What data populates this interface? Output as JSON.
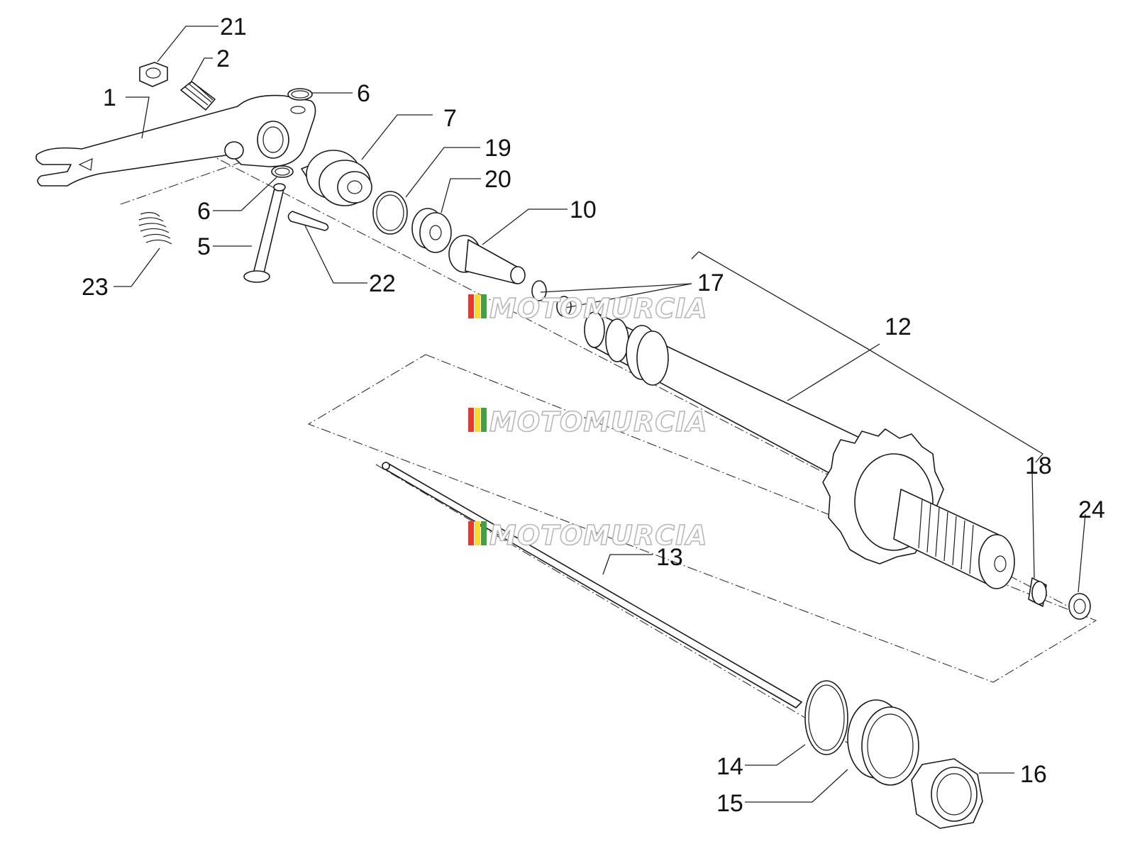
{
  "callouts": {
    "c1": "1",
    "c2": "2",
    "c5": "5",
    "c6a": "6",
    "c6b": "6",
    "c7": "7",
    "c10": "10",
    "c12": "12",
    "c13": "13",
    "c14": "14",
    "c15": "15",
    "c16": "16",
    "c17": "17",
    "c18": "18",
    "c19": "19",
    "c20": "20",
    "c21": "21",
    "c22": "22",
    "c23": "23",
    "c24": "24"
  },
  "watermark": {
    "text": "MOTOMURCIA",
    "stripe_colors": [
      "#e53935",
      "#fdd835",
      "#43a047"
    ]
  }
}
